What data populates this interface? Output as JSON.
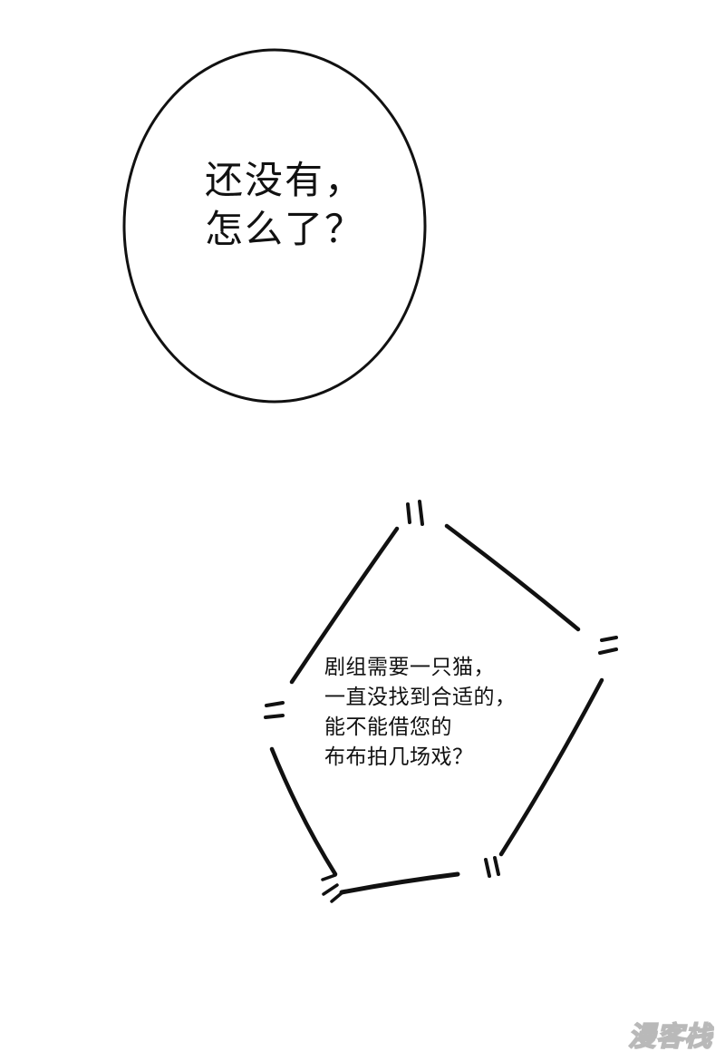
{
  "panel_top": {
    "bubble_shape": "oval",
    "lines": [
      "还没有，",
      "怎么了？"
    ]
  },
  "panel_bottom": {
    "bubble_shape": "sketchy-pentagon",
    "lines": [
      "剧组需要一只猫，",
      "一直没找到合适的，",
      "能不能借您的",
      "布布拍几场戏？"
    ]
  },
  "watermark": {
    "text": "漫客栈"
  },
  "colors": {
    "ink": "#111111",
    "background": "#ffffff",
    "watermark_outline": "#b9b9b9"
  }
}
